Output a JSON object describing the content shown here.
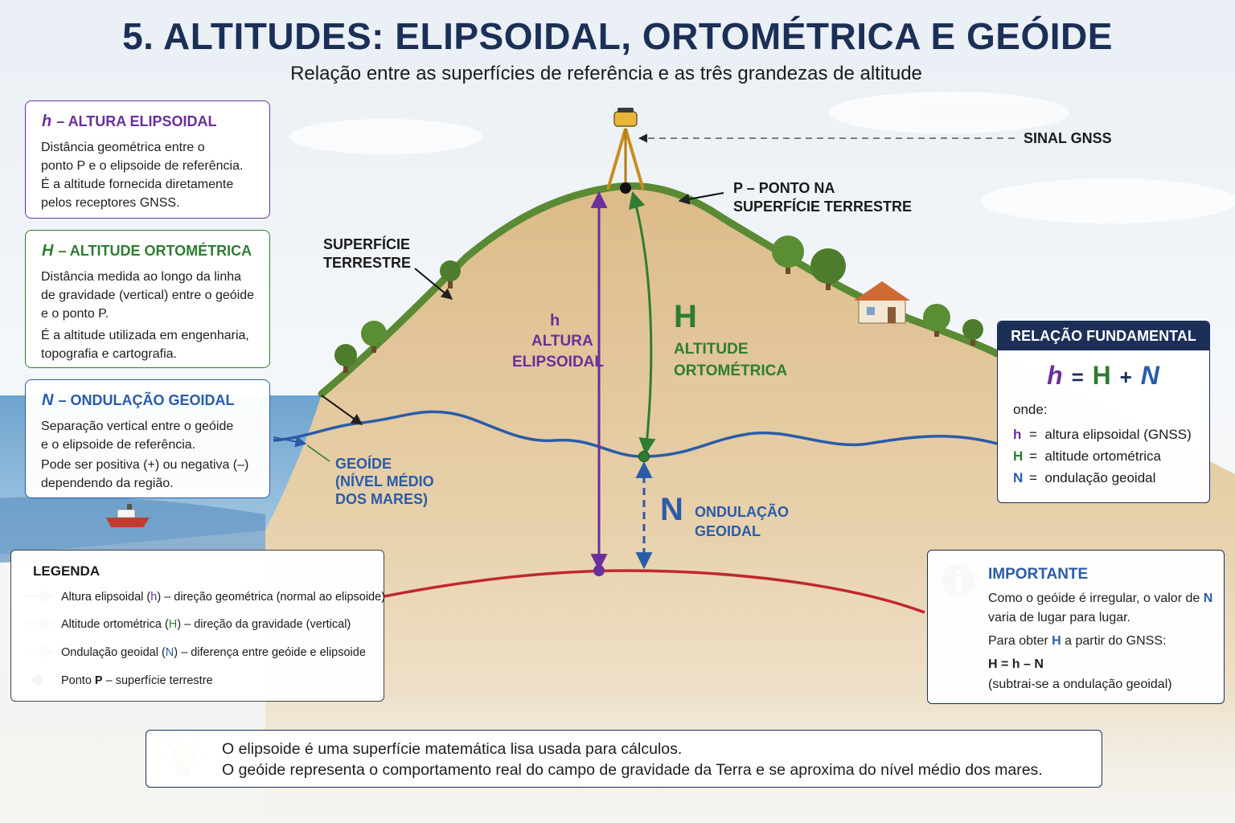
{
  "title": "5. ALTITUDES: ELIPSOIDAL, ORTOMÉTRICA E GEÓIDE",
  "subtitle": "Relação entre as superfícies de referência e as três grandezas de altitude",
  "cards": {
    "h": {
      "symbol": "h",
      "heading": "– ALTURA ELIPSOIDAL",
      "lines": [
        "Distância geométrica entre o",
        "ponto P e o elipsoide de referência.",
        "É a altitude fornecida diretamente",
        "pelos receptores GNSS."
      ]
    },
    "H": {
      "symbol": "H",
      "heading": "– ALTITUDE ORTOMÉTRICA",
      "lines": [
        "Distância medida ao longo da linha",
        "de gravidade (vertical) entre o geóide",
        "e o ponto P.",
        "É a altitude utilizada em engenharia,",
        "topografia e cartografia."
      ]
    },
    "N": {
      "symbol": "N",
      "heading": "– ONDULAÇÃO GEOIDAL",
      "lines": [
        "Separação vertical entre o geóide",
        "e o elipsoide de referência.",
        "Pode ser positiva (+) ou negativa (–)",
        "dependendo da região."
      ]
    }
  },
  "labels": {
    "sinal_gnss": "SINAL GNSS",
    "ponto_p_1": "P – PONTO NA",
    "ponto_p_2": "SUPERFÍCIE TERRESTRE",
    "superficie_1": "SUPERFÍCIE",
    "superficie_2": "TERRESTRE",
    "h_symbol": "h",
    "h_label_1": "ALTURA",
    "h_label_2": "ELIPSOIDAL",
    "H_symbol": "H",
    "H_label_1": "ALTITUDE",
    "H_label_2": "ORTOMÉTRICA",
    "N_symbol": "N",
    "N_label_1": "ONDULAÇÃO",
    "N_label_2": "GEOIDAL",
    "geoide_1": "GEOÍDE",
    "geoide_2": "(NÍVEL MÉDIO",
    "geoide_3": "DOS MARES)"
  },
  "relacao": {
    "title": "RELAÇÃO FUNDAMENTAL",
    "formula": {
      "h": "h",
      "eq": "=",
      "H": "H",
      "plus": "+",
      "N": "N"
    },
    "onde": "onde:",
    "rows": [
      {
        "sym": "h",
        "eq": "=",
        "text": "altura elipsoidal (GNSS)"
      },
      {
        "sym": "H",
        "eq": "=",
        "text": "altitude ortométrica"
      },
      {
        "sym": "N",
        "eq": "=",
        "text": "ondulação geoidal"
      }
    ]
  },
  "importante": {
    "icon": "info-icon",
    "title": "IMPORTANTE",
    "line1_pre": "Como o geóide é irregular, o valor de ",
    "line1_sym": "N",
    "line2": "varia de lugar para lugar.",
    "line3_pre": "Para obter ",
    "line3_sym": "H",
    "line3_post": " a partir do GNSS:",
    "line4": "H = h – N",
    "line5": "(subtrai-se a ondulação geoidal)"
  },
  "legend": {
    "title": "LEGENDA",
    "items": [
      {
        "pre": "Altura elipsoidal (",
        "sym": "h",
        "post": ") – direção geométrica (normal ao elipsoide)"
      },
      {
        "pre": "Altitude ortométrica (",
        "sym": "H",
        "post": ") – direção da gravidade (vertical)"
      },
      {
        "pre": "Ondulação geoidal (",
        "sym": "N",
        "post": ") – diferença entre geóide e elipsoide"
      },
      {
        "pre": "Ponto ",
        "sym": "P",
        "post": " – superfície terrestre"
      }
    ]
  },
  "tip": {
    "icon": "lightbulb-icon",
    "line1": "O elipsoide é uma superfície matemática lisa usada para cálculos.",
    "line2": "O geóide representa o comportamento real do campo de gravidade da Terra e se aproxima do nível médio dos mares."
  },
  "colors": {
    "navy": "#1b2f57",
    "ellipsoidal": "#6a2f9a",
    "orthometric": "#2e7d32",
    "geoid": "#2a5ca8",
    "ellipsoid_line": "#c0282d",
    "terrain": "#e3c79b"
  }
}
